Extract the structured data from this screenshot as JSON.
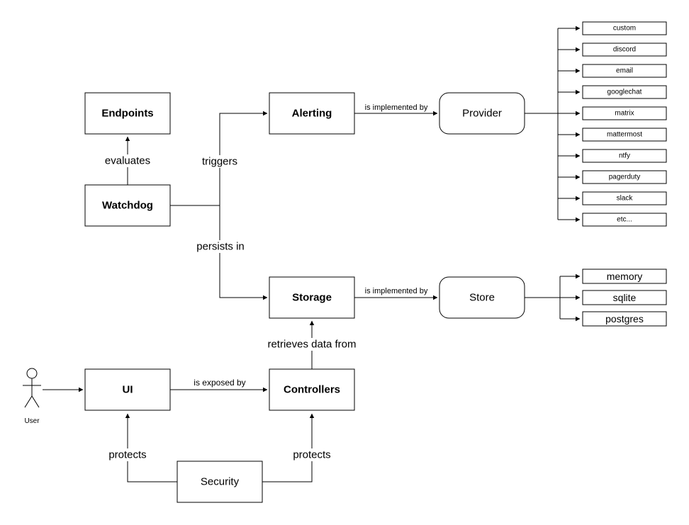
{
  "diagram": {
    "nodes": {
      "endpoints": "Endpoints",
      "watchdog": "Watchdog",
      "alerting": "Alerting",
      "provider": "Provider",
      "storage": "Storage",
      "store": "Store",
      "ui": "UI",
      "controllers": "Controllers",
      "security": "Security"
    },
    "actor": {
      "label": "User"
    },
    "edge_labels": {
      "evaluates": "evaluates",
      "triggers": "triggers",
      "persists_in": "persists in",
      "alerting_implemented_by": "is implemented by",
      "storage_implemented_by": "is implemented by",
      "retrieves_data_from": "retrieves data from",
      "is_exposed_by": "is exposed by",
      "protects_ui": "protects",
      "protects_controllers": "protects"
    },
    "providers": [
      "custom",
      "discord",
      "email",
      "googlechat",
      "matrix",
      "mattermost",
      "ntfy",
      "pagerduty",
      "slack",
      "etc..."
    ],
    "stores": [
      "memory",
      "sqlite",
      "postgres"
    ],
    "colors": {
      "line": "#000000",
      "box_fill": "#ffffff",
      "background": "#ffffff"
    }
  }
}
